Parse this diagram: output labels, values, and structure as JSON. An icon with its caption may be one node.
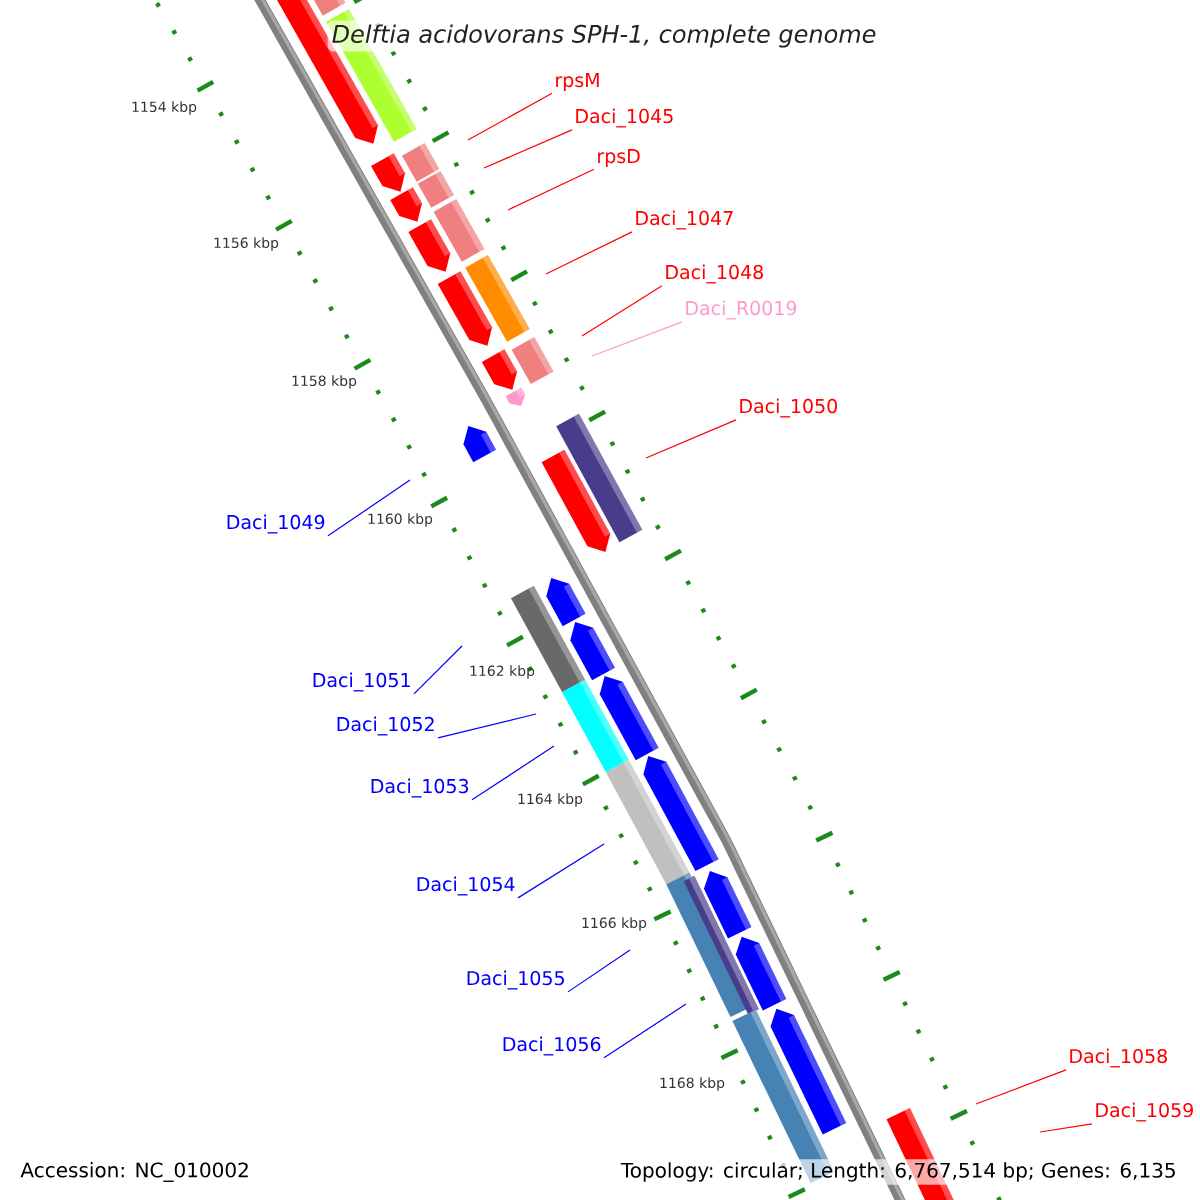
{
  "diagram": {
    "title": "Delftia acidovorans SPH-1, complete genome",
    "nodes": [
      {
        "text": [
          "rpsM"
        ]
      },
      {
        "text": [
          "Daci_1045"
        ]
      },
      {
        "text": [
          "rpsD"
        ]
      },
      {
        "text": [
          "Daci_1047"
        ]
      },
      {
        "text": [
          "Daci_1048"
        ]
      },
      {
        "text": [
          "Daci_R0019"
        ]
      },
      {
        "text": [
          "Daci_1050"
        ]
      },
      {
        "text": [
          "Daci_1049"
        ]
      },
      {
        "text": [
          "Daci_1051"
        ]
      },
      {
        "text": [
          "Daci_1052"
        ]
      },
      {
        "text": [
          "Daci_1053"
        ]
      },
      {
        "text": [
          "Daci_1054"
        ]
      },
      {
        "text": [
          "Daci_1055"
        ]
      },
      {
        "text": [
          "Daci_1056"
        ]
      },
      {
        "text": [
          "Daci_1058"
        ]
      },
      {
        "text": [
          "Daci_1059"
        ]
      }
    ],
    "edges": [
      {
        "from": 0,
        "to": null,
        "arrow": "none"
      },
      {
        "from": 1,
        "to": null,
        "arrow": "none"
      },
      {
        "from": 2,
        "to": null,
        "arrow": "none"
      },
      {
        "from": 3,
        "to": null,
        "arrow": "none"
      },
      {
        "from": 4,
        "to": null,
        "arrow": "none"
      },
      {
        "from": 5,
        "to": null,
        "arrow": "none",
        "color": "#ff99cc"
      },
      {
        "from": 6,
        "to": null,
        "arrow": "none"
      },
      {
        "from": 7,
        "to": null,
        "arrow": "none",
        "color": "#0000ff"
      },
      {
        "from": 8,
        "to": null,
        "arrow": "none",
        "color": "#0000ff"
      },
      {
        "from": 9,
        "to": null,
        "arrow": "none",
        "color": "#0000ff"
      },
      {
        "from": 10,
        "to": null,
        "arrow": "none",
        "color": "#0000ff"
      },
      {
        "from": 11,
        "to": null,
        "arrow": "none",
        "color": "#0000ff"
      },
      {
        "from": 12,
        "to": null,
        "arrow": "none",
        "color": "#0000ff"
      },
      {
        "from": 13,
        "to": null,
        "arrow": "none",
        "color": "#0000ff"
      },
      {
        "from": 14,
        "to": null,
        "arrow": "none"
      },
      {
        "from": 15,
        "to": null,
        "arrow": "none"
      }
    ],
    "labels": [
      "1154 kbp",
      "1156 kbp",
      "1158 kbp",
      "1160 kbp",
      "1162 kbp",
      "1164 kbp",
      "1166 kbp",
      "1168 kbp",
      "Accession: NC_010002",
      "Topology: circular; Length: 6,767,514 bp; Genes: 6,135"
    ]
  }
}
